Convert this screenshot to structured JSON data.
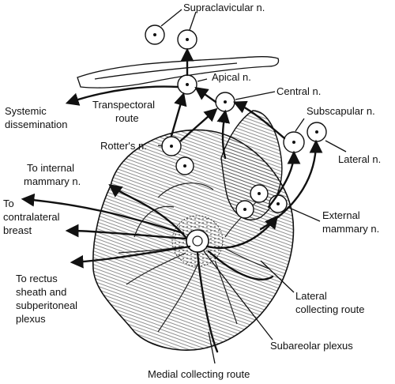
{
  "labels": {
    "supraclavicular": "Supraclavicular n.",
    "apical": "Apical n.",
    "central": "Central n.",
    "subscapular": "Subscapular n.",
    "systemic_1": "Systemic",
    "systemic_2": "dissemination",
    "transpectoral_1": "Transpectoral",
    "transpectoral_2": "route",
    "rotters": "Rotter's n.",
    "lateral": "Lateral n.",
    "internal_mammary_1": "To internal",
    "internal_mammary_2": "mammary n.",
    "contralateral_1": "To",
    "contralateral_2": "contralateral",
    "contralateral_3": "breast",
    "external_mammary_1": "External",
    "external_mammary_2": "mammary n.",
    "rectus_1": "To rectus",
    "rectus_2": "sheath and",
    "rectus_3": "subperitoneal",
    "rectus_4": "plexus",
    "lateral_collecting_1": "Lateral",
    "lateral_collecting_2": "collecting route",
    "subareolar": "Subareolar plexus",
    "medial_collecting": "Medial collecting route"
  },
  "colors": {
    "ink": "#111111",
    "paper": "#ffffff"
  }
}
